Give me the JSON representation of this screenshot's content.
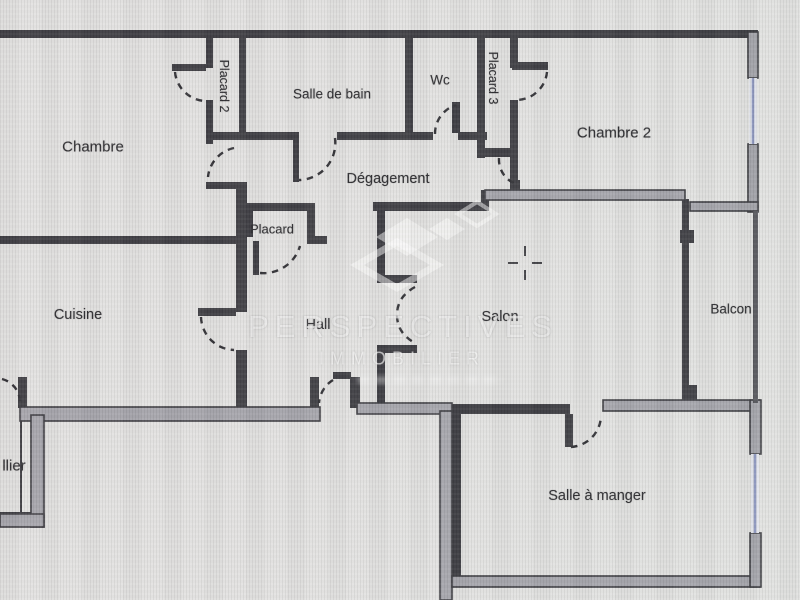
{
  "plan": {
    "rooms": [
      {
        "id": "chambre",
        "label": "Chambre"
      },
      {
        "id": "placard-2",
        "label": "Placard 2"
      },
      {
        "id": "salle-de-bain",
        "label": "Salle de bain"
      },
      {
        "id": "wc",
        "label": "Wc"
      },
      {
        "id": "placard-3",
        "label": "Placard 3"
      },
      {
        "id": "chambre-2",
        "label": "Chambre 2"
      },
      {
        "id": "degagement",
        "label": "Dégagement"
      },
      {
        "id": "placard",
        "label": "Placard"
      },
      {
        "id": "cuisine",
        "label": "Cuisine"
      },
      {
        "id": "hall",
        "label": "Hall"
      },
      {
        "id": "salon",
        "label": "Salon"
      },
      {
        "id": "balcon",
        "label": "Balcon"
      },
      {
        "id": "salle-a-manger",
        "label": "Salle à manger"
      },
      {
        "id": "cellier-partial",
        "label": "llier"
      }
    ],
    "watermark": {
      "line1": "PERSPECTIVES",
      "line2": "IMMOBILIER"
    },
    "colors": {
      "wall": "#37373d",
      "wall_fill": "#a3a3aa",
      "background": "#e2e2e1",
      "watermark": "#ffffff",
      "window": "#8d96c0"
    }
  }
}
